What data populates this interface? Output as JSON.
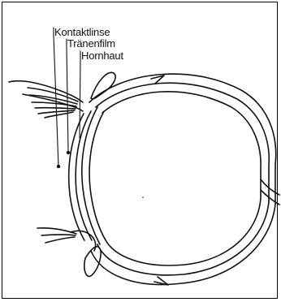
{
  "labels": {
    "contact_lens": "Kontaktlinse",
    "tear_film": "Tränenfilm",
    "cornea": "Hornhaut"
  }
}
